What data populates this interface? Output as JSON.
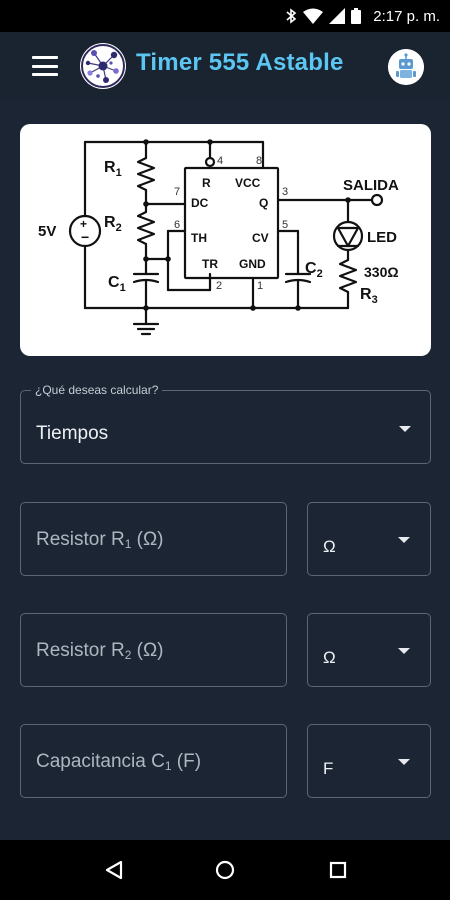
{
  "status_bar": {
    "time": "2:17 p. m."
  },
  "app_bar": {
    "title": "Timer 555 Astable",
    "menu_icon": "hamburger-menu-icon",
    "logo_icon": "app-logo-icon",
    "robot_icon": "robot-icon"
  },
  "circuit": {
    "labels": {
      "r1": "R",
      "r1_sub": "1",
      "r2": "R",
      "r2_sub": "2",
      "c1": "C",
      "c1_sub": "1",
      "c2": "C",
      "c2_sub": "2",
      "r3": "R",
      "r3_sub": "3",
      "source": "5V",
      "output": "SALIDA",
      "led": "LED",
      "r3_value": "330Ω",
      "pin_r": "R",
      "pin_vcc": "VCC",
      "pin_dc": "DC",
      "pin_q": "Q",
      "pin_th": "TH",
      "pin_cv": "CV",
      "pin_tr": "TR",
      "pin_gnd": "GND",
      "n4": "4",
      "n8": "8",
      "n7": "7",
      "n3": "3",
      "n6": "6",
      "n5": "5",
      "n2": "2",
      "n1": "1"
    }
  },
  "calc_select": {
    "label": "¿Qué deseas calcular?",
    "value": "Tiempos"
  },
  "inputs": [
    {
      "placeholder_main": "Resistor R",
      "placeholder_sub": "1",
      "placeholder_tail": " (Ω)",
      "unit": "Ω"
    },
    {
      "placeholder_main": "Resistor R",
      "placeholder_sub": "2",
      "placeholder_tail": " (Ω)",
      "unit": "Ω"
    },
    {
      "placeholder_main": "Capacitancia C",
      "placeholder_sub": "1",
      "placeholder_tail": " (F)",
      "unit": "F"
    }
  ],
  "colors": {
    "background": "#1b2533",
    "app_bar": "#1a2430",
    "title": "#5cc6f2",
    "field_border": "#5b6776"
  }
}
